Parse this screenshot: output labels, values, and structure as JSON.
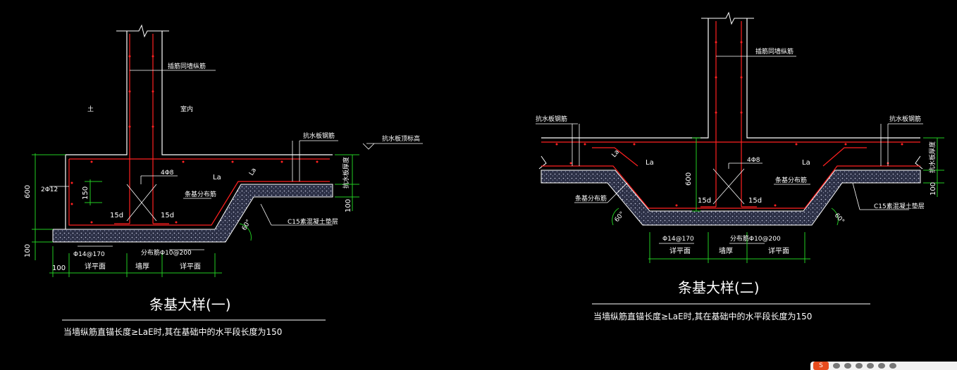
{
  "colors": {
    "background": "#000000",
    "wall": "#ffffff",
    "rebar": "#ff2020",
    "dimension": "#22cc22",
    "leader": "#ffffff",
    "concrete_fill": "#3a3f5a",
    "angle_arc": "#22cc22"
  },
  "detail1": {
    "title": "条基大样(一)",
    "note": "当墙纵筋直锚长度≥LaE时,其在基础中的水平段长度为150",
    "labels": {
      "wall_rebar": "插筋同墙纵筋",
      "soil_side": "土",
      "indoor_side": "室内",
      "waterproof_rebar": "抗水板钢筋",
      "waterproof_top": "抗水板顶标高",
      "waterproof_thickness": "抗水板厚度",
      "stirrup": "4Φ8",
      "la": "La",
      "la_diag": "La",
      "base_distribution": "条基分布筋",
      "side_bars": "2Φ12",
      "d150": "150",
      "hook_left": "15d",
      "hook_right": "15d",
      "c15": "C15素混凝土垫层",
      "angle": "60°",
      "main_bar": "Φ14@170",
      "dist_bar": "分布筋Φ10@200"
    },
    "dims": {
      "left_600": "600",
      "left_100": "100",
      "right_100": "100",
      "b_100": "100",
      "b_detail_left": "详平面",
      "b_wall": "墙厚",
      "b_detail_right": "详平面"
    }
  },
  "detail2": {
    "title": "条基大样(二)",
    "note": "当墙纵筋直锚长度≥LaE时,其在基础中的水平段长度为150",
    "labels": {
      "wall_rebar": "插筋同墙纵筋",
      "waterproof_rebar_left": "抗水板钢筋",
      "waterproof_rebar_right": "抗水板钢筋",
      "waterproof_thickness": "抗水板厚度",
      "la_diag_left": "La",
      "la_left": "La",
      "la_right": "La",
      "stirrup": "4Φ8",
      "base_distribution_left": "条基分布筋",
      "base_distribution_right": "条基分布筋",
      "hook_left": "15d",
      "hook_right": "15d",
      "c15": "C15素混凝土垫层",
      "angle_left": "60°",
      "angle_right": "60°",
      "main_bar": "Φ14@170",
      "dist_bar": "分布筋Φ10@200"
    },
    "dims": {
      "d600": "600",
      "right_100": "100",
      "b_detail_left": "详平面",
      "b_wall": "墙厚",
      "b_detail_right": "详平面"
    }
  },
  "taskbar": {
    "ime_logo": "S"
  }
}
